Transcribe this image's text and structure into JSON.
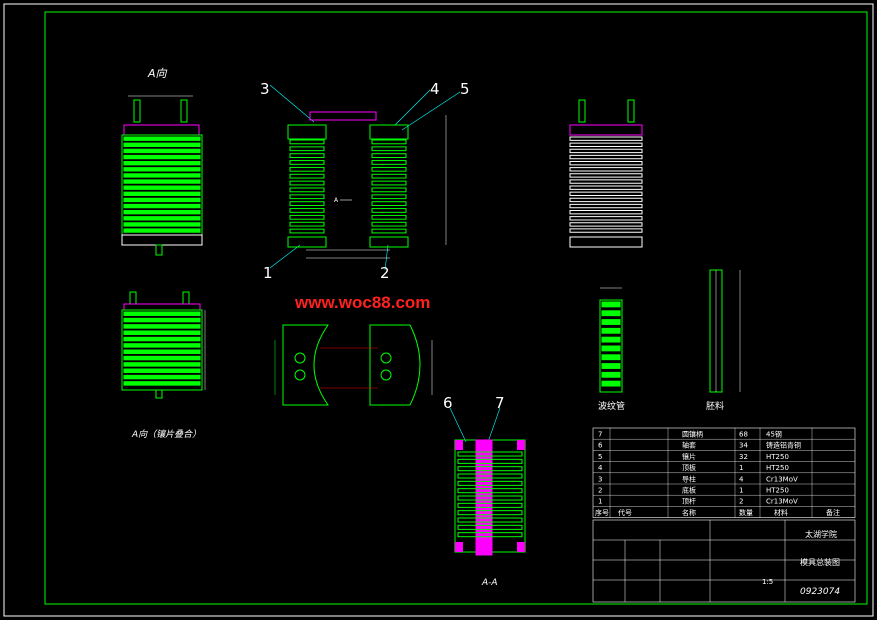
{
  "watermark": "www.woc88.com",
  "views": {
    "a_view_title": "A向",
    "a_view_assembly_title": "A向（镶片叠合）",
    "section_title": "A-A",
    "ripple_tube_label": "波纹管",
    "blank_label": "胚料",
    "section_marker": "A"
  },
  "part_numbers": [
    "1",
    "2",
    "3",
    "4",
    "5",
    "6",
    "7"
  ],
  "bom": {
    "rows": [
      {
        "no": "7",
        "name": "圆镶柄",
        "qty": "68",
        "material": "45钢"
      },
      {
        "no": "6",
        "name": "轴套",
        "qty": "34",
        "material": "铸造铝青铜"
      },
      {
        "no": "5",
        "name": "镶片",
        "qty": "32",
        "material": "HT250"
      },
      {
        "no": "4",
        "name": "顶板",
        "qty": "1",
        "material": "HT250"
      },
      {
        "no": "3",
        "name": "导柱",
        "qty": "4",
        "material": "Cr13MoV"
      },
      {
        "no": "2",
        "name": "底板",
        "qty": "1",
        "material": "HT250"
      },
      {
        "no": "1",
        "name": "顶杆",
        "qty": "2",
        "material": "Cr13MoV"
      }
    ],
    "header": {
      "no": "序号",
      "code": "代号",
      "name": "名称",
      "qty": "数量",
      "material": "材料",
      "note": "备注"
    }
  },
  "title_block": {
    "school": "太湖学院",
    "drawing_title": "模具总装图",
    "drawing_number": "0923074",
    "scale": "1:5"
  },
  "colors": {
    "outline": "#ffffff",
    "fill_green": "#00ff00",
    "accent_magenta": "#ff00ff",
    "watermark": "#ff2020"
  }
}
